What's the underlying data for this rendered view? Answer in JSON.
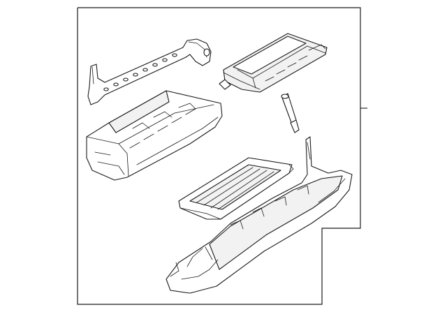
{
  "diagram": {
    "kind": "exploded-parts-view",
    "parts": [
      "mounting-bracket",
      "upper-storage-compartment",
      "glove-box-housing",
      "damper",
      "storage-tray",
      "lower-trim-panel"
    ],
    "colors": {
      "line": "#1a1a1a",
      "background": "#ffffff"
    }
  }
}
